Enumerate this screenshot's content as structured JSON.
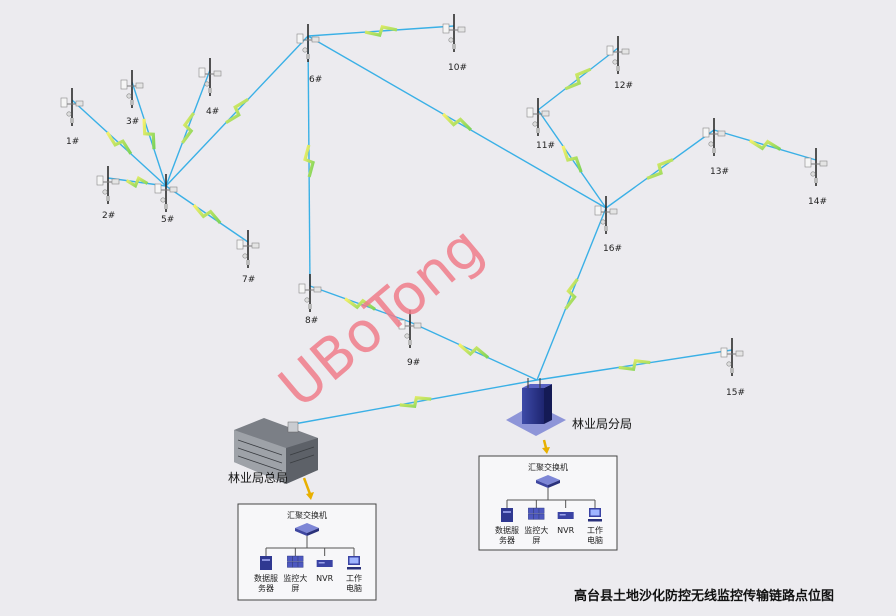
{
  "title": "高台县土地沙化防控无线监控传输链路点位图",
  "watermark": "UBoTong",
  "nodes": [
    {
      "id": "1",
      "label": "1#"
    },
    {
      "id": "2",
      "label": "2#"
    },
    {
      "id": "3",
      "label": "3#"
    },
    {
      "id": "4",
      "label": "4#"
    },
    {
      "id": "5",
      "label": "5#"
    },
    {
      "id": "6",
      "label": "6#"
    },
    {
      "id": "7",
      "label": "7#"
    },
    {
      "id": "8",
      "label": "8#"
    },
    {
      "id": "9",
      "label": "9#"
    },
    {
      "id": "10",
      "label": "10#"
    },
    {
      "id": "11",
      "label": "11#"
    },
    {
      "id": "12",
      "label": "12#"
    },
    {
      "id": "13",
      "label": "13#"
    },
    {
      "id": "14",
      "label": "14#"
    },
    {
      "id": "15",
      "label": "15#"
    },
    {
      "id": "16",
      "label": "16#"
    }
  ],
  "sites": {
    "hq": {
      "label": "林业局总局"
    },
    "branch": {
      "label": "林业局分局"
    }
  },
  "links": [
    [
      "1",
      "5"
    ],
    [
      "2",
      "5"
    ],
    [
      "3",
      "5"
    ],
    [
      "4",
      "5"
    ],
    [
      "7",
      "5"
    ],
    [
      "5",
      "6"
    ],
    [
      "6",
      "10"
    ],
    [
      "6",
      "8"
    ],
    [
      "8",
      "9"
    ],
    [
      "6",
      "16"
    ],
    [
      "11",
      "16"
    ],
    [
      "11",
      "12"
    ],
    [
      "13",
      "16"
    ],
    [
      "13",
      "14"
    ],
    [
      "16",
      "branch"
    ],
    [
      "9",
      "branch"
    ],
    [
      "hq",
      "branch"
    ],
    [
      "branch",
      "15"
    ]
  ],
  "lan_boxes": {
    "hq": {
      "switch": "汇聚交换机",
      "devices": [
        {
          "label1": "数据服",
          "label2": "务器"
        },
        {
          "label1": "监控大",
          "label2": "屏"
        },
        {
          "label1": "NVR",
          "label2": ""
        },
        {
          "label1": "工作",
          "label2": "电脑"
        }
      ]
    },
    "branch": {
      "switch": "汇聚交换机",
      "devices": [
        {
          "label1": "数据服",
          "label2": "务器"
        },
        {
          "label1": "监控大",
          "label2": "屏"
        },
        {
          "label1": "NVR",
          "label2": ""
        },
        {
          "label1": "工作",
          "label2": "电脑"
        }
      ]
    }
  }
}
